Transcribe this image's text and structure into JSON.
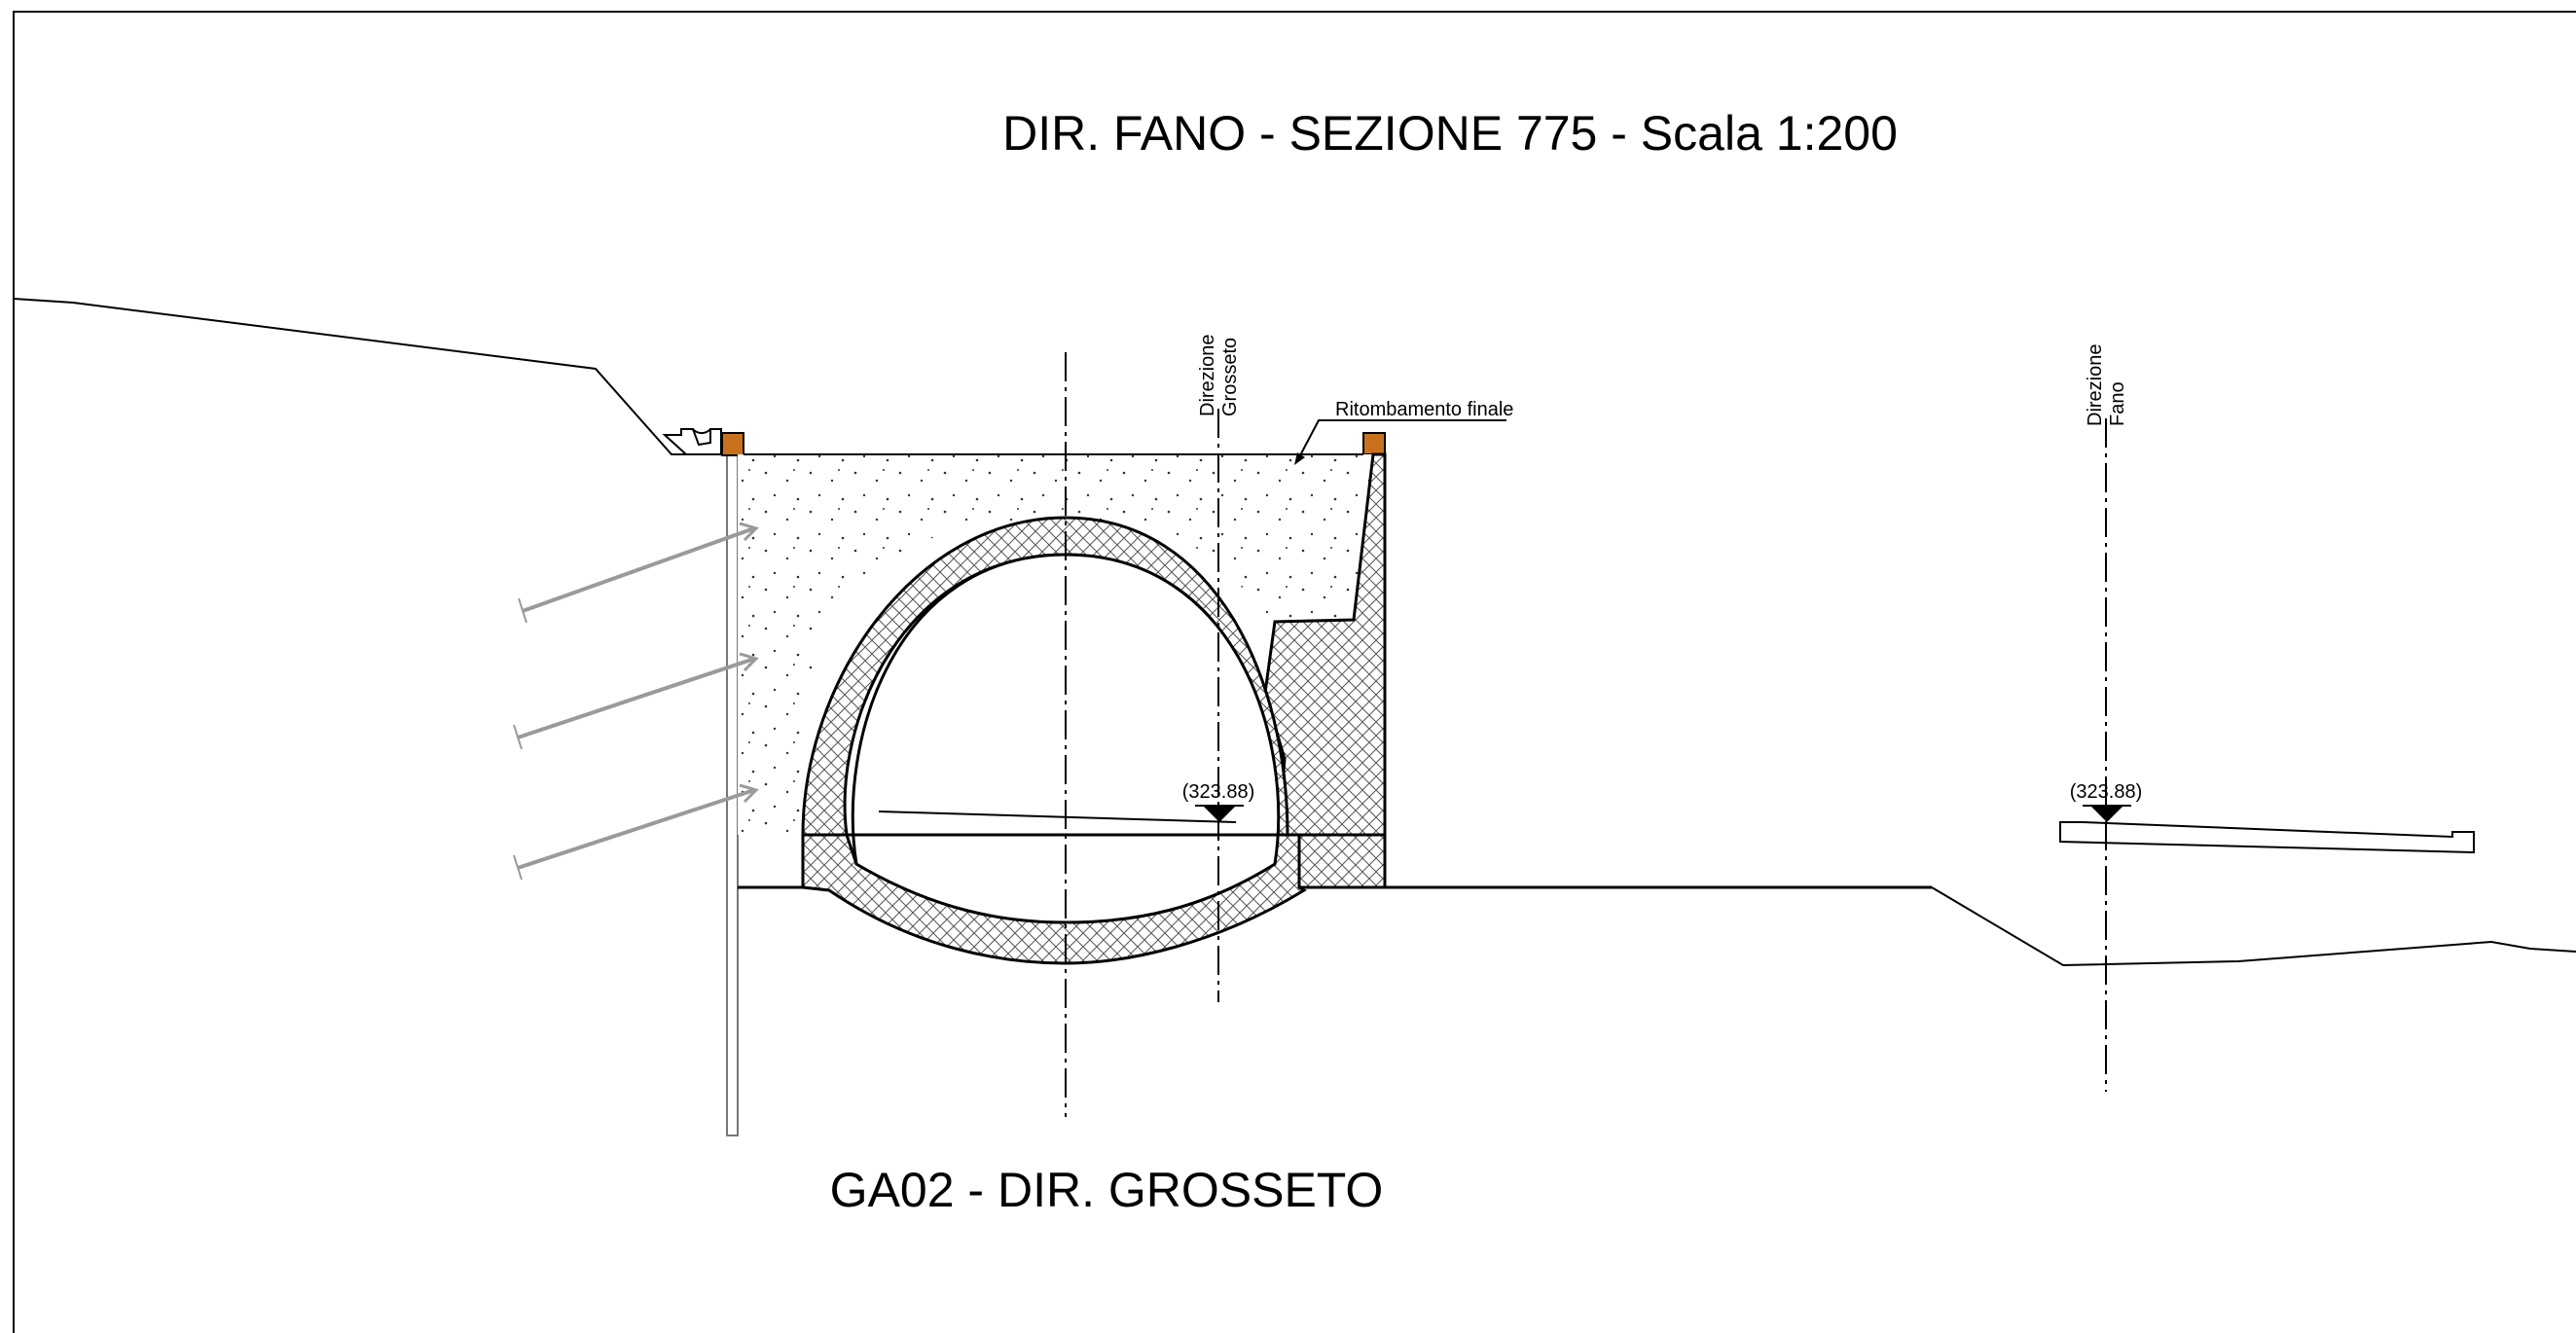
{
  "title": "DIR. FANO - SEZIONE 775 - Scala 1:200",
  "subtitle": "GA02 - DIR. GROSSETO",
  "labels": {
    "backfill": "Ritombamento finale",
    "dir_grosseto_line1": "Direzione",
    "dir_grosseto_line2": "Grosseto",
    "dir_fano_line1": "Direzione",
    "dir_fano_line2": "Fano",
    "elevation_left": "(323.88)",
    "elevation_right": "(323.88)"
  },
  "colors": {
    "line": "#000000",
    "anchor": "#9a9a9a",
    "cap": "#c8711d",
    "concrete_hatch": "#555555"
  }
}
